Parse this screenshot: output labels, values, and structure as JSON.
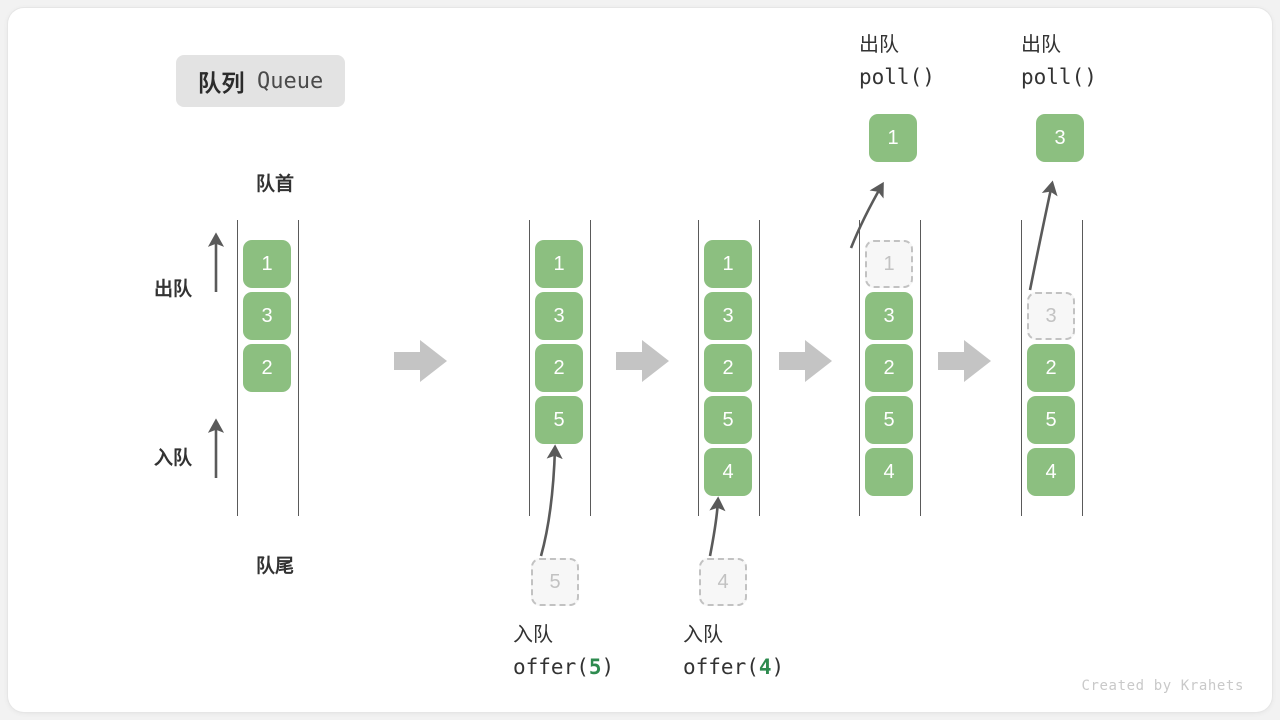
{
  "title": {
    "cn": "队列",
    "en": "Queue"
  },
  "labels": {
    "head": "队首",
    "tail": "队尾",
    "dequeue_side": "出队",
    "enqueue_side": "入队"
  },
  "colors": {
    "element_fill": "#8cbf80",
    "element_text": "#ffffff",
    "ghost_fill": "#f7f7f7",
    "ghost_border": "#c2c2c2",
    "rail": "#5a5a5a",
    "arrow": "#5a5a5a",
    "step_arrow": "#c4c4c4",
    "badge_bg": "#e3e3e3",
    "code_accent": "#2e8b4f",
    "canvas_bg": "#f2f2f2",
    "card_bg": "#ffffff"
  },
  "stages": [
    {
      "id": "initial",
      "cells": [
        {
          "value": "1",
          "state": "filled"
        },
        {
          "value": "3",
          "state": "filled"
        },
        {
          "value": "2",
          "state": "filled"
        }
      ],
      "op_cn": "",
      "op_code": "",
      "op_arg": ""
    },
    {
      "id": "offer-5",
      "cells": [
        {
          "value": "1",
          "state": "filled"
        },
        {
          "value": "3",
          "state": "filled"
        },
        {
          "value": "2",
          "state": "filled"
        },
        {
          "value": "5",
          "state": "filled"
        }
      ],
      "op_cn": "入队",
      "op_code_prefix": "offer(",
      "op_arg": "5",
      "op_code_suffix": ")",
      "incoming": "5"
    },
    {
      "id": "offer-4",
      "cells": [
        {
          "value": "1",
          "state": "filled"
        },
        {
          "value": "3",
          "state": "filled"
        },
        {
          "value": "2",
          "state": "filled"
        },
        {
          "value": "5",
          "state": "filled"
        },
        {
          "value": "4",
          "state": "filled"
        }
      ],
      "op_cn": "入队",
      "op_code_prefix": "offer(",
      "op_arg": "4",
      "op_code_suffix": ")",
      "incoming": "4"
    },
    {
      "id": "poll-1",
      "cells": [
        {
          "value": "1",
          "state": "ghost"
        },
        {
          "value": "3",
          "state": "filled"
        },
        {
          "value": "2",
          "state": "filled"
        },
        {
          "value": "5",
          "state": "filled"
        },
        {
          "value": "4",
          "state": "filled"
        }
      ],
      "op_cn": "出队",
      "op_code_prefix": "poll(",
      "op_arg": "",
      "op_code_suffix": ")",
      "outgoing": "1"
    },
    {
      "id": "poll-3",
      "cells": [
        {
          "value": "",
          "state": "empty"
        },
        {
          "value": "3",
          "state": "ghost"
        },
        {
          "value": "2",
          "state": "filled"
        },
        {
          "value": "5",
          "state": "filled"
        },
        {
          "value": "4",
          "state": "filled"
        }
      ],
      "op_cn": "出队",
      "op_code_prefix": "poll(",
      "op_arg": "",
      "op_code_suffix": ")",
      "outgoing": "3"
    }
  ],
  "credit": "Created by Krahets"
}
